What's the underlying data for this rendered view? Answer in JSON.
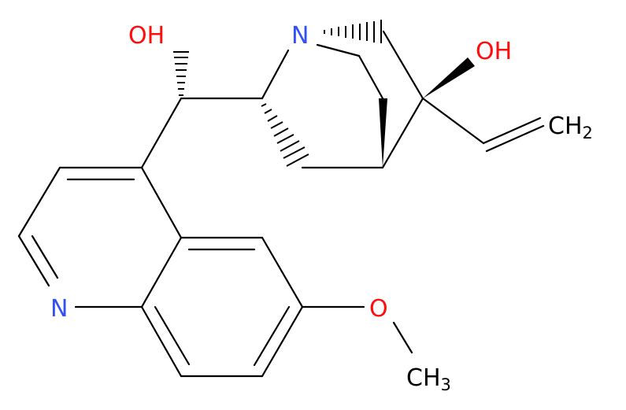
{
  "molecule": {
    "colors": {
      "bond": "#000000",
      "oxygen": "#ff0d0d",
      "nitrogen": "#3050f8"
    },
    "labels": {
      "hydroxyl_top": "OH",
      "quinuclidine_nitrogen": "N",
      "hydroxyl_right": "OH",
      "vinyl_group": "CH",
      "vinyl_subscript": "2",
      "quinoline_nitrogen": "N",
      "methoxy_oxygen": "O",
      "methyl_group": "CH",
      "methyl_subscript": "3"
    }
  }
}
